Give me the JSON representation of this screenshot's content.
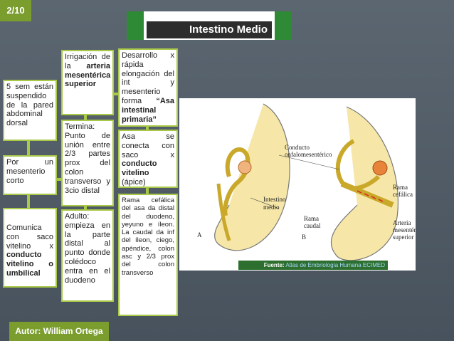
{
  "page_number": "2/10",
  "title": "Intestino Medio",
  "author": "Autor: William Ortega",
  "source": {
    "prefix": "Fuente:",
    "text": "Atlas de Embriología Humana ECIMED"
  },
  "col1": [
    "5 sem están suspendido de la pared abdominal dorsal",
    "Por un mesenterio corto"
  ],
  "col1_last": {
    "text": "Comunica con saco vitelino x",
    "bold": "conducto vitelino o umbilical"
  },
  "col2": [
    {
      "text": "Irrigación de la",
      "bold": "arteria mesentérica superior"
    },
    {
      "text": "Termina: Punto de unión entre 2/3 partes prox del colon transverso y 3cio distal"
    },
    {
      "text": "Adulto: empieza en la parte distal al punto donde colédoco entra en el duodeno"
    }
  ],
  "col3": [
    {
      "text": "Desarrollo x rápida elongación del int y mesenterio forma",
      "bold": "“Asa intestinal primaria”"
    },
    {
      "text": "Asa se conecta con saco x",
      "bold": "conducto vitelino",
      "tail": "(ápice)"
    },
    {
      "text": "Rama cefálica del asa da distal del duodeno, yeyuno e íleon. La caudal da inf del íleon, ciego, apéndice, colon asc y 2/3 prox del colon transverso"
    }
  ],
  "figure_labels": {
    "conducto": "Conducto onfalomesentérico",
    "intestino": "Intestino medio",
    "rama_cefalica": "Rama cefálica",
    "rama_caudal": "Rama caudal",
    "arteria": "Arteria mesentérica superior",
    "a": "A",
    "b": "B"
  },
  "colors": {
    "accent_green": "#a8c848",
    "dark_green": "#2f8a35",
    "badge": "#7a9d2e"
  }
}
